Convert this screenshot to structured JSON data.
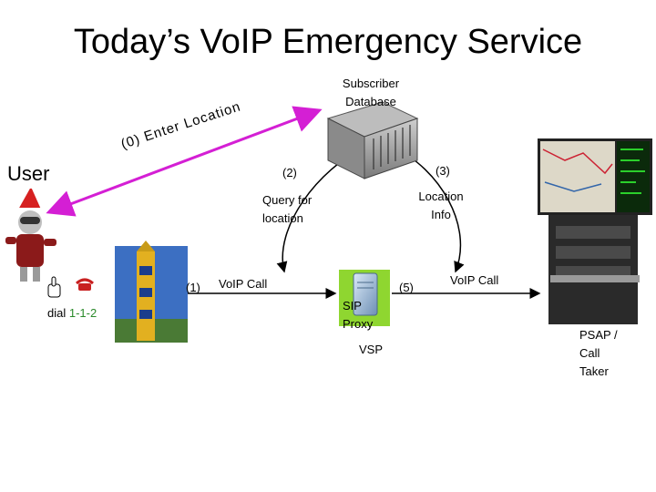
{
  "slide": {
    "title": "Today’s VoIP Emergency Service"
  },
  "labels": {
    "user": "User",
    "dial": {
      "prefix": "dial ",
      "number": "1-1-2"
    },
    "subscriber_db_line1": "Subscriber",
    "subscriber_db_line2": "Database",
    "enter_location": "(0) Enter Location",
    "step2": "(2)",
    "step3": "(3)",
    "query_line1": "Query for",
    "query_line2": "location",
    "info_line1": "Location",
    "info_line2": "Info",
    "step1": "(1)",
    "voip_call_1": "VoIP Call",
    "step5": "(5)",
    "voip_call_2": "VoIP Call",
    "sip_line1": "SIP",
    "sip_line2": "Proxy",
    "vsp": "VSP",
    "psap_line1": "PSAP /",
    "psap_line2": "Call",
    "psap_line3": "Taker"
  },
  "colors": {
    "arrow_magenta": "#d41fd4",
    "sip_green": "#8fd630",
    "dial_number": "#2a8a2a"
  }
}
